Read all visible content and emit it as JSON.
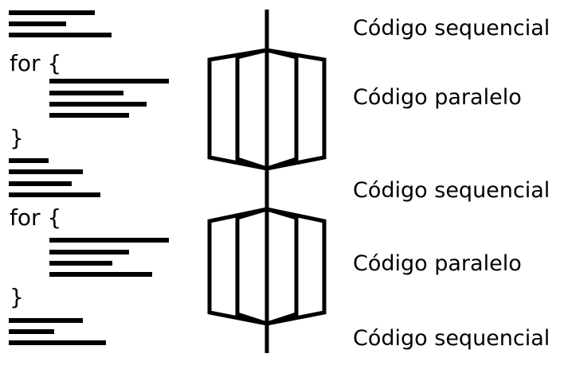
{
  "code": {
    "for_line_1": "for {",
    "close_brace_1": "}",
    "for_line_2": "for {",
    "close_brace_2": "}"
  },
  "labels": {
    "seq_1": "Código sequencial",
    "par_1": "Código paralelo",
    "seq_2": "Código sequencial",
    "par_2": "Código paralelo",
    "seq_3": "Código sequencial"
  },
  "colors": {
    "ink": "#000000",
    "background": "#ffffff"
  }
}
